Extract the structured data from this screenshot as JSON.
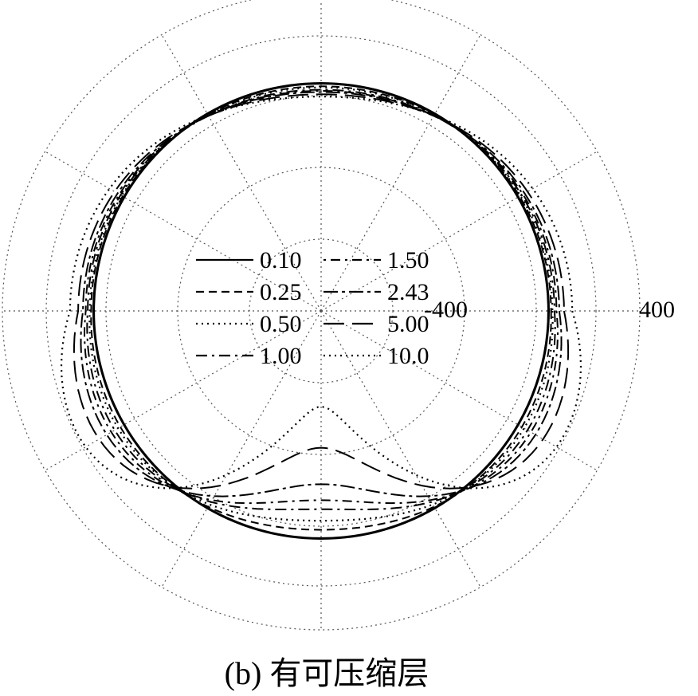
{
  "caption": "(b) 有可压缩层",
  "chart_data": {
    "type": "polar",
    "grid": true,
    "tick_labels": [
      {
        "key": "r_neg",
        "text": "-400"
      },
      {
        "key": "r_pos",
        "text": "400"
      }
    ],
    "legend": {
      "placement": "center",
      "columns": 2,
      "entries": [
        {
          "label": "0.10",
          "dash": "solid"
        },
        {
          "label": "0.25",
          "dash": "dash"
        },
        {
          "label": "0.50",
          "dash": "dot"
        },
        {
          "label": "1.00",
          "dash": "dashdot"
        },
        {
          "label": "1.50",
          "dash": "dotdash"
        },
        {
          "label": "2.43",
          "dash": "dashdot2"
        },
        {
          "label": "5.00",
          "dash": "longdash"
        },
        {
          "label": "10.0",
          "dash": "dot"
        }
      ]
    },
    "series": [
      {
        "name": "0.10",
        "dash": "solid",
        "a": 0.0,
        "b": 0.0,
        "drop": 0.0,
        "r0": 286
      },
      {
        "name": "0.25",
        "dash": "dash",
        "a": 0.03,
        "b": 0.015,
        "drop": 0.04,
        "r0": 286
      },
      {
        "name": "0.50",
        "dash": "dot",
        "a": 0.05,
        "b": 0.02,
        "drop": 0.08,
        "r0": 286
      },
      {
        "name": "1.00",
        "dash": "dashdot",
        "a": 0.08,
        "b": 0.03,
        "drop": 0.13,
        "r0": 286
      },
      {
        "name": "1.50",
        "dash": "dotdash",
        "a": 0.11,
        "b": 0.035,
        "drop": 0.17,
        "r0": 286
      },
      {
        "name": "2.43",
        "dash": "dashdot2",
        "a": 0.15,
        "b": 0.04,
        "drop": 0.24,
        "r0": 286
      },
      {
        "name": "5.00",
        "dash": "longdash",
        "a": 0.22,
        "b": 0.05,
        "drop": 0.4,
        "r0": 286
      },
      {
        "name": "10.0",
        "dash": "dot",
        "a": 0.34,
        "b": 0.06,
        "drop": 0.58,
        "r0": 286
      }
    ],
    "reference_circle_r": 300
  }
}
